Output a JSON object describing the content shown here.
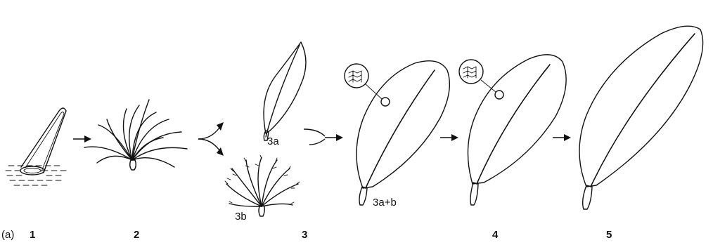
{
  "figure_panel": "(a)",
  "stages": [
    {
      "number": "1"
    },
    {
      "number": "2"
    },
    {
      "number": "3"
    },
    {
      "number": "4"
    },
    {
      "number": "5"
    }
  ],
  "sublabels": {
    "s3a": "3a",
    "s3b": "3b",
    "s3ab": "3a+b"
  }
}
